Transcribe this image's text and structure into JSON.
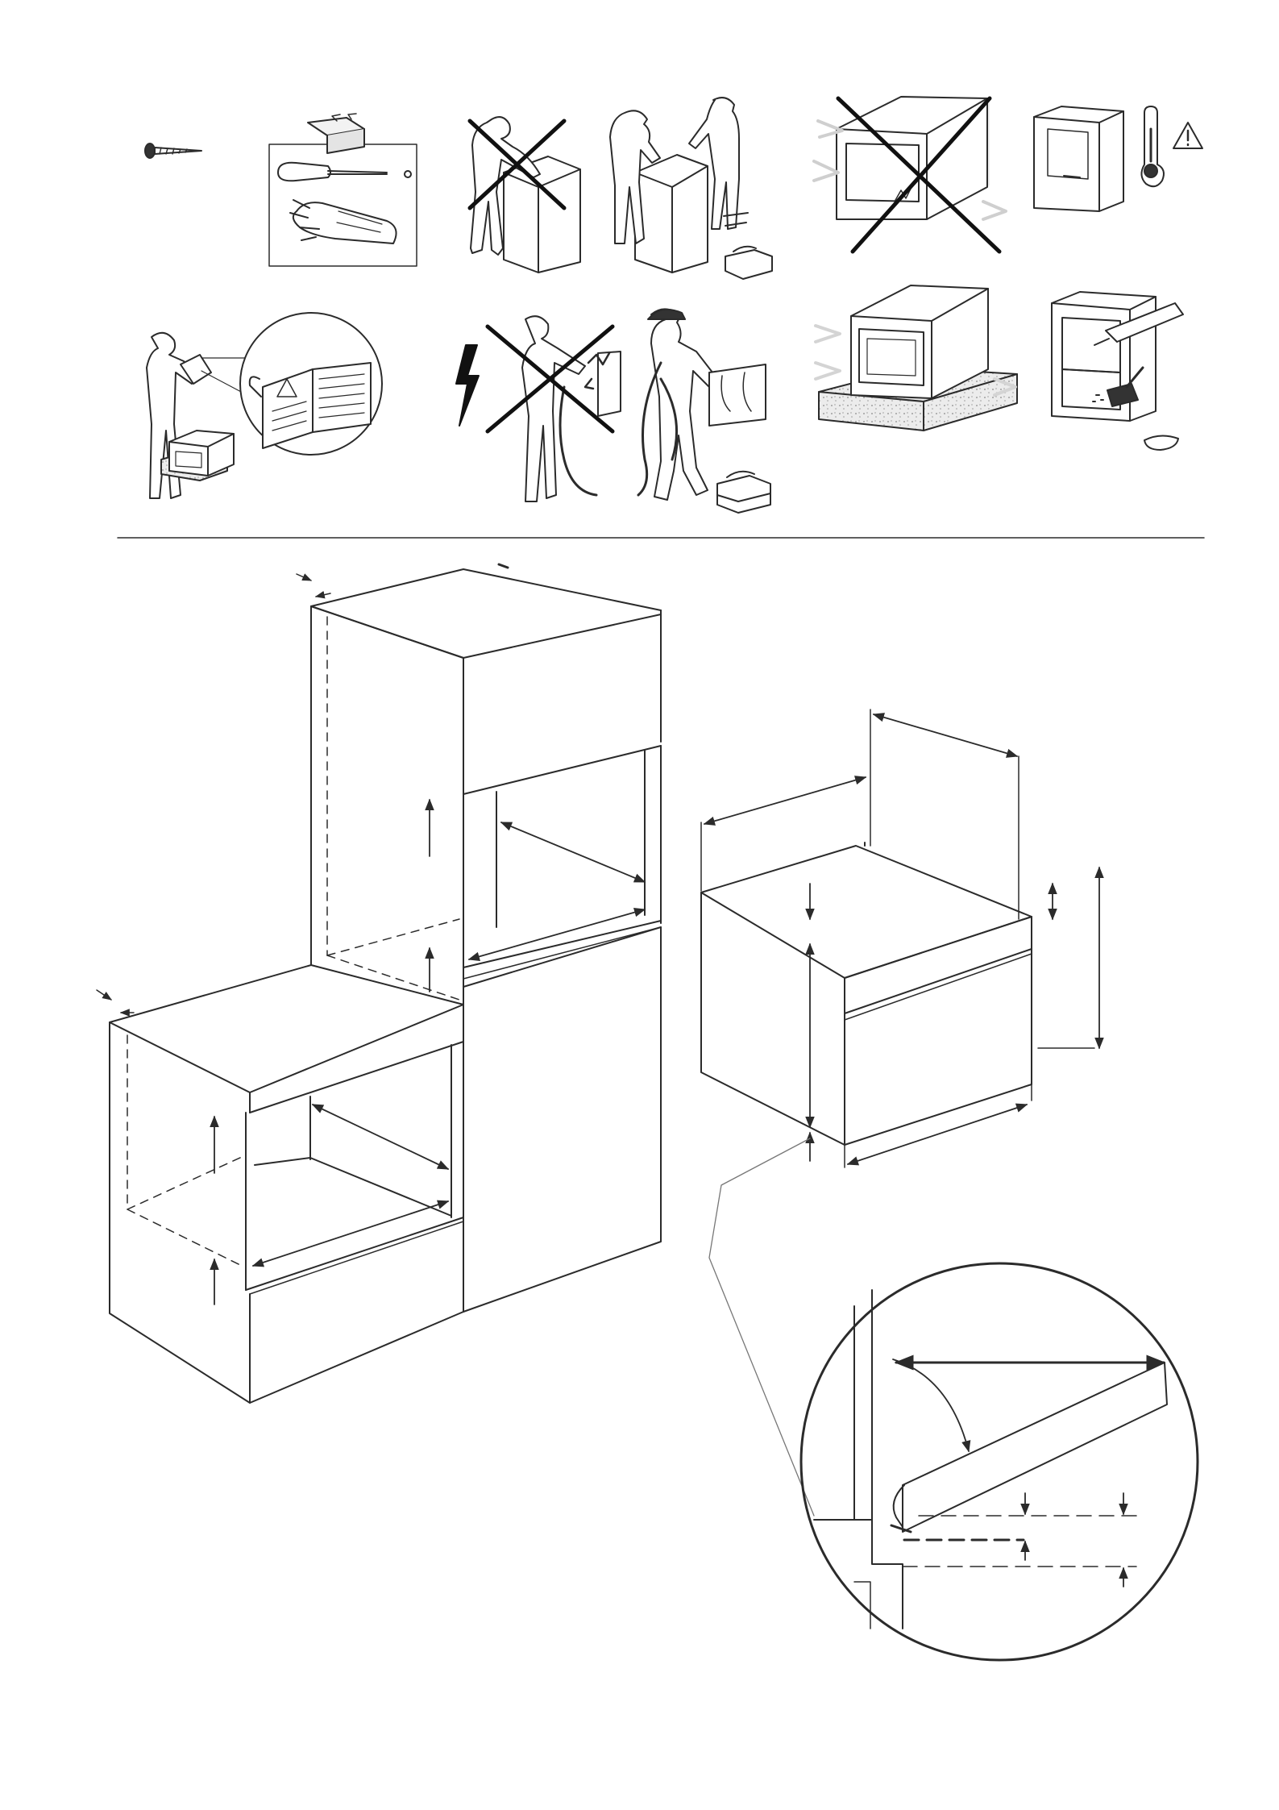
{
  "page": {
    "type": "installation-instructions-illustrations",
    "text_content": []
  },
  "panels": {
    "screw": {
      "icon": "screw-icon"
    },
    "tools": {
      "icons": [
        "connector-icon",
        "screwdriver-icon",
        "gloves-icon"
      ]
    },
    "lifting_alone": {
      "icon": "single-person-lifting-icon",
      "crossed": true
    },
    "lifting_two": {
      "icon": "two-persons-lifting-icon"
    },
    "oven_damage": {
      "icon": "damaged-oven-icon",
      "crossed": true
    },
    "cabinet_temperature": {
      "icons": [
        "cabinet-icon",
        "thermometer-icon",
        "warning-triangle-icon"
      ]
    },
    "read_manual": {
      "icons": [
        "person-reading-icon",
        "manual-magnified-icon",
        "warning-triangle-icon"
      ]
    },
    "electrical_unqualified": {
      "icons": [
        "lightning-icon",
        "person-electric-shock-icon"
      ],
      "crossed": true
    },
    "electrical_qualified": {
      "icon": "electrician-icon"
    },
    "oven_on_pad": {
      "icon": "oven-on-protective-pad-icon"
    },
    "cabinet_cleaning": {
      "icons": [
        "cabinet-cutting-icon",
        "dustpan-brush-icon"
      ]
    }
  },
  "installation": {
    "views": [
      "tall-column-cabinet",
      "base-cabinet",
      "oven-dimensions",
      "door-detail-circle"
    ]
  },
  "colors": {
    "line": "#2b2b2b",
    "hatch": "#d6d6d6",
    "ink": "#111111"
  }
}
